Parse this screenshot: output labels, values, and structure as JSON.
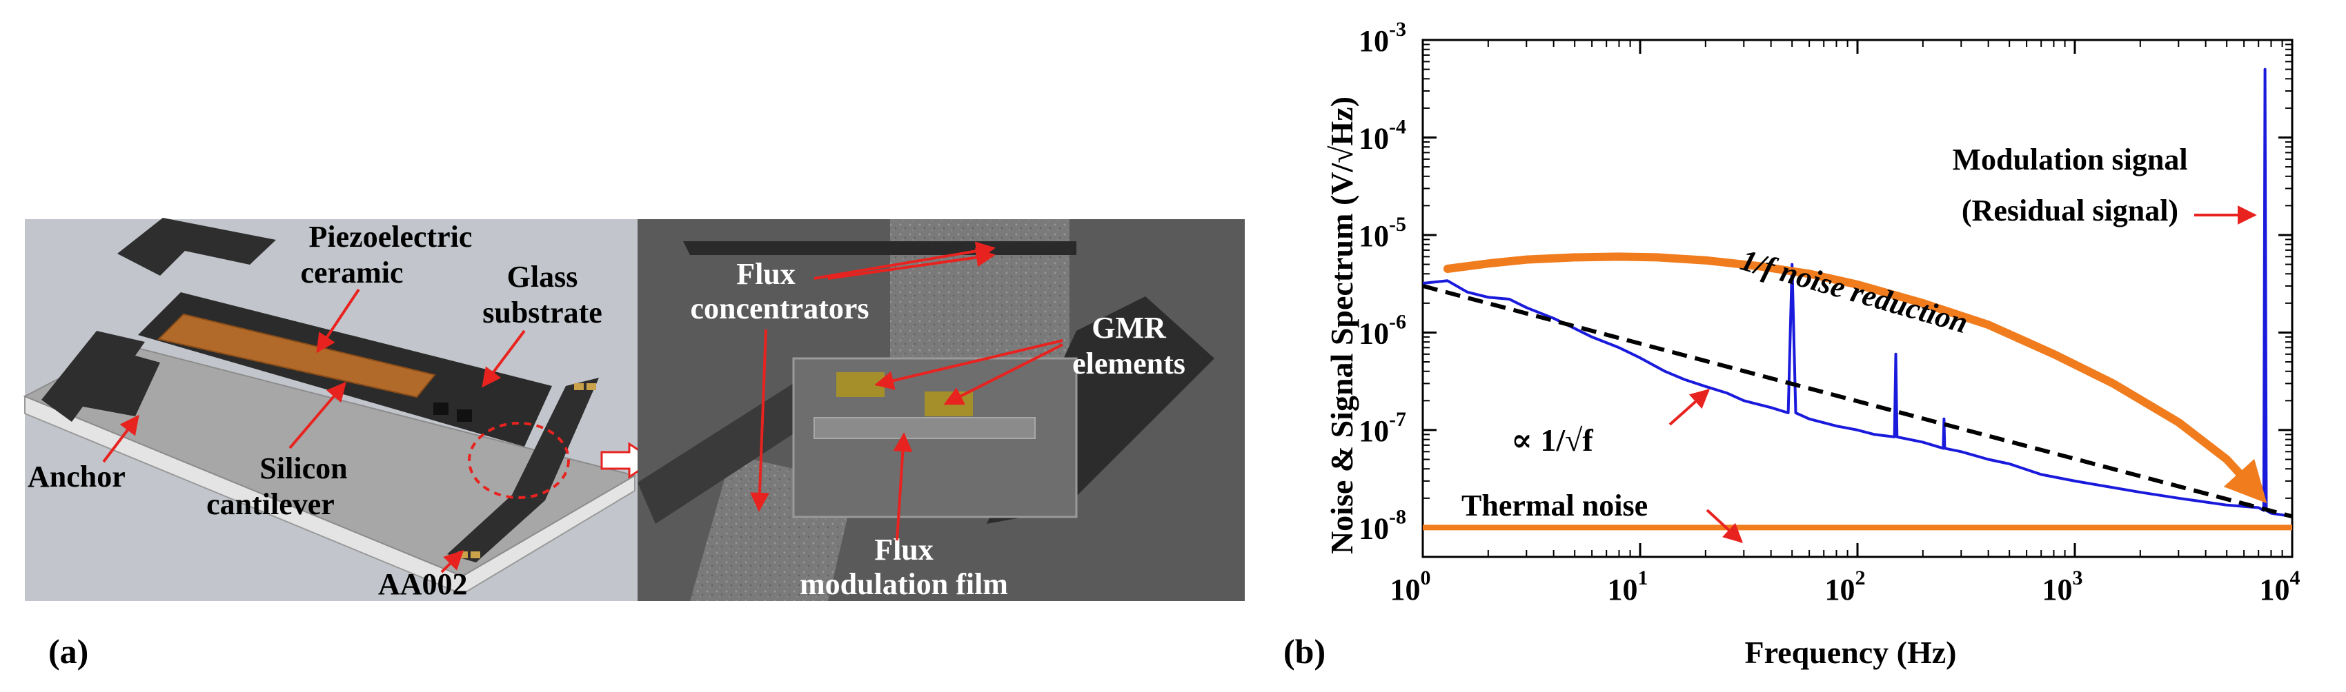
{
  "panel_a": {
    "label": "(a)",
    "callouts": {
      "piezo_line1": "Piezoelectric",
      "piezo_line2": "ceramic",
      "glass_line1": "Glass",
      "glass_line2": "substrate",
      "anchor": "Anchor",
      "silicon_line1": "Silicon",
      "silicon_line2": "cantilever",
      "aa002": "AA002",
      "flux_conc_line1": "Flux",
      "flux_conc_line2": "concentrators",
      "gmr_line1": "GMR",
      "gmr_line2": "elements",
      "flux_mod_line1": "Flux",
      "flux_mod_line2": "modulation film"
    }
  },
  "panel_b": {
    "label": "(b)",
    "annotations": {
      "modulation_line1": "Modulation signal",
      "modulation_line2": "(Residual signal)",
      "one_over_f_reduction": "1/f noise reduction",
      "proportional_label": "∝ 1/√f",
      "thermal_noise": "Thermal noise"
    }
  },
  "chart_data": {
    "type": "line",
    "xlabel": "Frequency (Hz)",
    "ylabel": "Noise & Signal Spectrum (V/√Hz)",
    "xscale": "log",
    "yscale": "log",
    "xlim": [
      1,
      10000
    ],
    "ylim": [
      5e-09,
      0.001
    ],
    "x_tick_labels": [
      {
        "base": "10",
        "exp": "0"
      },
      {
        "base": "10",
        "exp": "1"
      },
      {
        "base": "10",
        "exp": "2"
      },
      {
        "base": "10",
        "exp": "3"
      },
      {
        "base": "10",
        "exp": "4"
      }
    ],
    "y_tick_labels": [
      {
        "base": "10",
        "exp": "-8"
      },
      {
        "base": "10",
        "exp": "-7"
      },
      {
        "base": "10",
        "exp": "-6"
      },
      {
        "base": "10",
        "exp": "-5"
      },
      {
        "base": "10",
        "exp": "-4"
      },
      {
        "base": "10",
        "exp": "-3"
      }
    ],
    "grid": false,
    "series": [
      {
        "style": "solid",
        "color": "#1a1adc",
        "x": [
          1,
          1.3,
          1.6,
          2,
          2.5,
          3,
          4,
          5,
          6,
          8,
          10,
          13,
          16,
          20,
          25,
          30,
          40,
          48,
          50,
          52,
          60,
          80,
          100,
          120,
          148,
          150,
          152,
          200,
          248,
          250,
          252,
          300,
          400,
          500,
          700,
          1000,
          2000,
          3000,
          5000,
          7000,
          7400,
          7500,
          7600,
          8000,
          10000
        ],
        "y": [
          3.2e-06,
          3.4e-06,
          2.6e-06,
          2.3e-06,
          2.2e-06,
          1.8e-06,
          1.4e-06,
          1.1e-06,
          9e-07,
          7e-07,
          5.5e-07,
          4e-07,
          3.3e-07,
          2.8e-07,
          2.4e-07,
          2e-07,
          1.7e-07,
          1.5e-07,
          5e-06,
          1.5e-07,
          1.3e-07,
          1.1e-07,
          1e-07,
          9e-08,
          8.5e-08,
          6e-07,
          8.5e-08,
          7.5e-08,
          6.5e-08,
          1.3e-07,
          6.5e-08,
          6e-08,
          5e-08,
          4.5e-08,
          3.5e-08,
          3e-08,
          2.3e-08,
          2e-08,
          1.7e-08,
          1.6e-08,
          1.5e-08,
          0.0005,
          1.5e-08,
          1.4e-08,
          1.3e-08
        ]
      },
      {
        "style": "dashed",
        "color": "#000000",
        "x": [
          1,
          10000
        ],
        "y": [
          3e-06,
          1.3e-08
        ]
      },
      {
        "style": "solid",
        "color": "#f07c1e",
        "x": [
          1,
          10000
        ],
        "y": [
          1e-08,
          1e-08
        ]
      },
      {
        "style": "curve",
        "color": "#f07c1e",
        "x": [
          1.3,
          2,
          3,
          5,
          8,
          12,
          20,
          35,
          60,
          100,
          200,
          400,
          800,
          1500,
          3000,
          5000,
          7000
        ],
        "y": [
          4.5e-06,
          5.1e-06,
          5.6e-06,
          5.9e-06,
          6e-06,
          5.9e-06,
          5.5e-06,
          4.8e-06,
          4e-06,
          3.1e-06,
          2e-06,
          1.2e-06,
          6e-07,
          3e-07,
          1.2e-07,
          5e-08,
          2.2e-08
        ]
      }
    ]
  }
}
